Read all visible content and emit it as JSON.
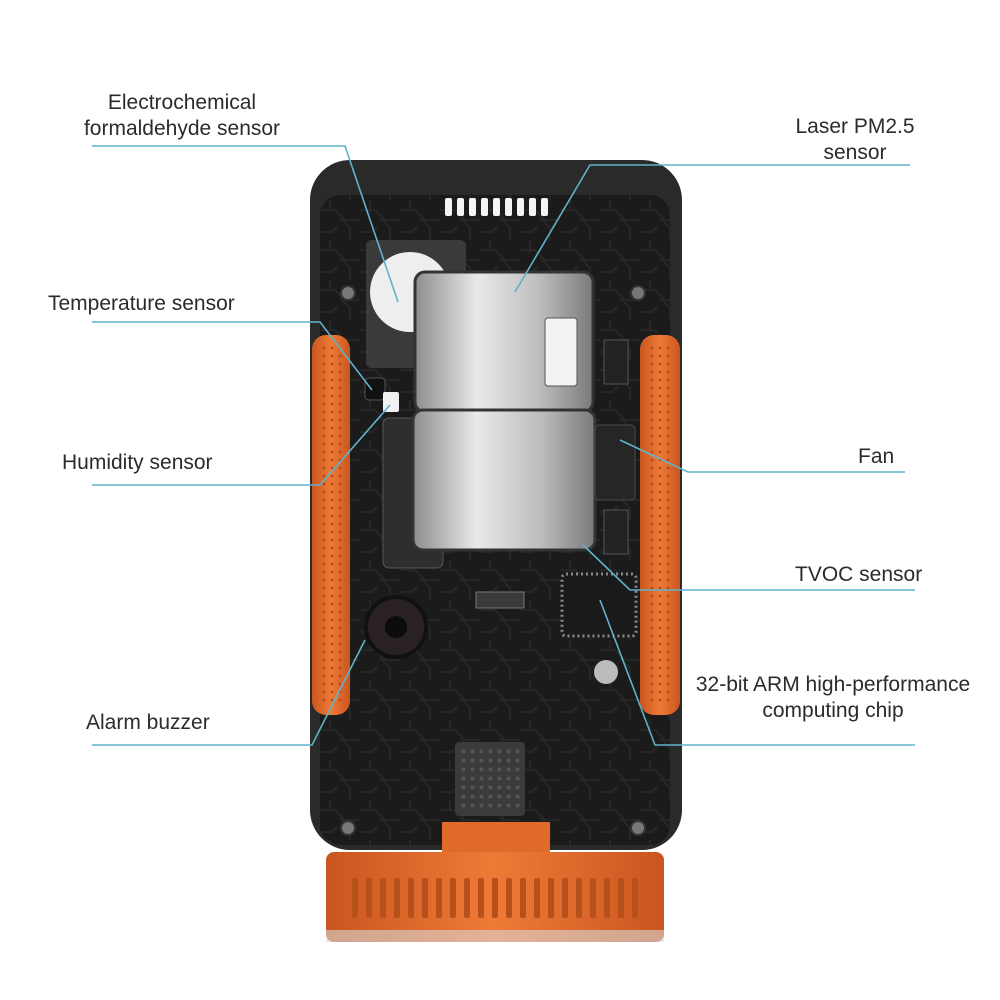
{
  "colors": {
    "callout_line": "#5fb3cc",
    "device_orange": "#e06a2c",
    "device_orange_dark": "#b8501b",
    "pcb": "#1b1b1b",
    "shell": "#2a2a2a",
    "metal": "#c9c9c9"
  },
  "callouts": {
    "formaldehyde": {
      "line1": "Electrochemical",
      "line2": "formaldehyde sensor"
    },
    "pm25": {
      "line1": "Laser PM2.5",
      "line2": "sensor"
    },
    "temperature": {
      "text": "Temperature sensor"
    },
    "humidity": {
      "text": "Humidity sensor"
    },
    "fan": {
      "text": "Fan"
    },
    "tvoc": {
      "text": "TVOC sensor"
    },
    "arm": {
      "line1": "32-bit ARM high-performance",
      "line2": "computing chip"
    },
    "buzzer": {
      "text": "Alarm buzzer"
    }
  }
}
